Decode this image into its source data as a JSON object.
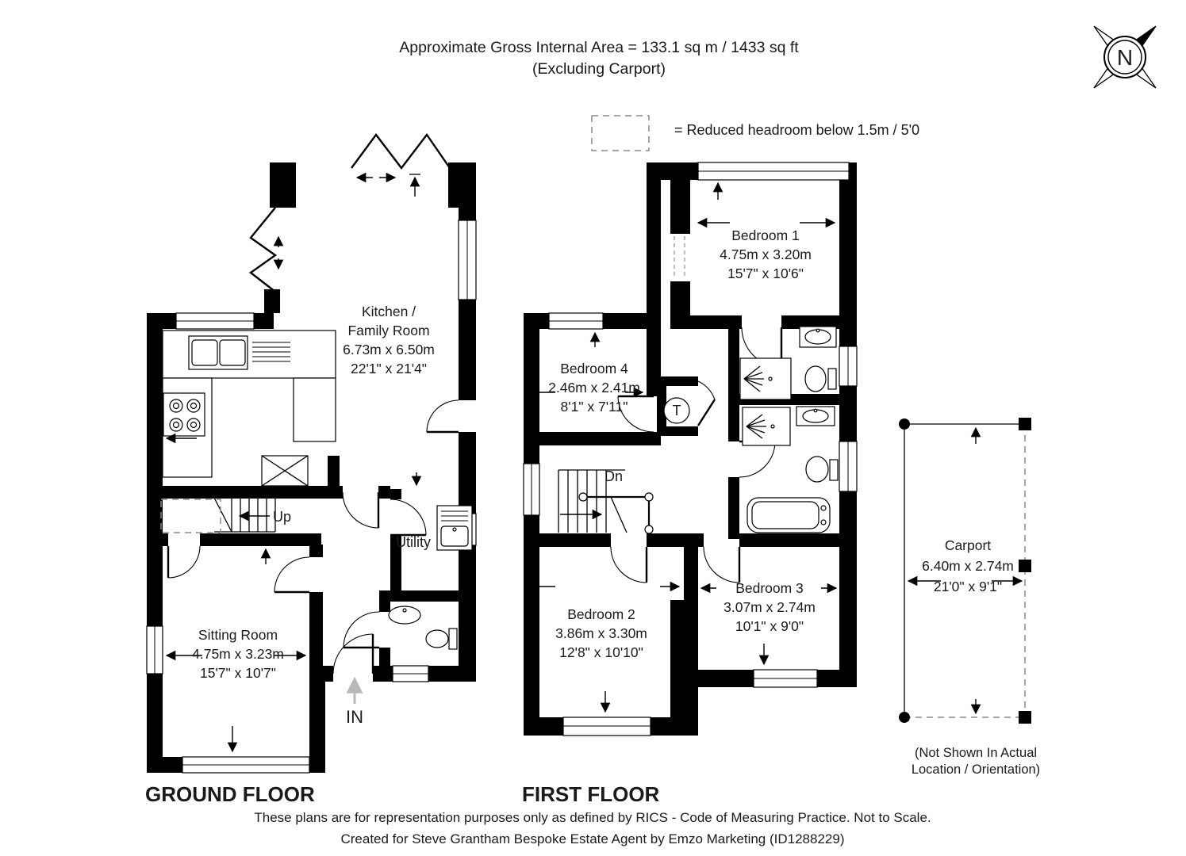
{
  "title": {
    "line1": "Approximate Gross Internal Area = 133.1 sq m / 1433 sq ft",
    "line2": "(Excluding Carport)"
  },
  "legend": {
    "text": "= Reduced headroom below 1.5m / 5'0"
  },
  "compass": {
    "letter": "N"
  },
  "ground_floor": {
    "label": "GROUND FLOOR",
    "kitchen": {
      "name1": "Kitchen /",
      "name2": "Family Room",
      "metric": "6.73m x 6.50m",
      "imperial": "22'1\" x 21'4\""
    },
    "sitting_room": {
      "name": "Sitting Room",
      "metric": "4.75m x 3.23m",
      "imperial": "15'7\" x 10'7\""
    },
    "utility": {
      "name": "Utility"
    },
    "stairs": {
      "label": "Up"
    },
    "entrance": {
      "label": "IN"
    }
  },
  "first_floor": {
    "label": "FIRST FLOOR",
    "bedroom1": {
      "name": "Bedroom 1",
      "metric": "4.75m x 3.20m",
      "imperial": "15'7\" x 10'6\""
    },
    "bedroom2": {
      "name": "Bedroom 2",
      "metric": "3.86m x 3.30m",
      "imperial": "12'8\" x 10'10\""
    },
    "bedroom3": {
      "name": "Bedroom 3",
      "metric": "3.07m x 2.74m",
      "imperial": "10'1\" x 9'0\""
    },
    "bedroom4": {
      "name": "Bedroom 4",
      "metric": "2.46m x 2.41m",
      "imperial": "8'1\" x 7'11\""
    },
    "stairs": {
      "label": "Dn"
    },
    "tank": {
      "label": "T"
    }
  },
  "carport": {
    "name": "Carport",
    "metric": "6.40m x 2.74m",
    "imperial": "21'0\" x 9'1\"",
    "note1": "(Not Shown In Actual",
    "note2": "Location / Orientation)"
  },
  "footer": {
    "line1": "These plans are for representation purposes only as defined by RICS - Code of Measuring Practice. Not to Scale.",
    "line2": "Created for Steve Grantham Bespoke Estate Agent by Emzo Marketing (ID1288229)"
  },
  "colors": {
    "wall": "#000000",
    "dash": "#8c8c8c",
    "entry_arrow": "#b8b8b8"
  }
}
